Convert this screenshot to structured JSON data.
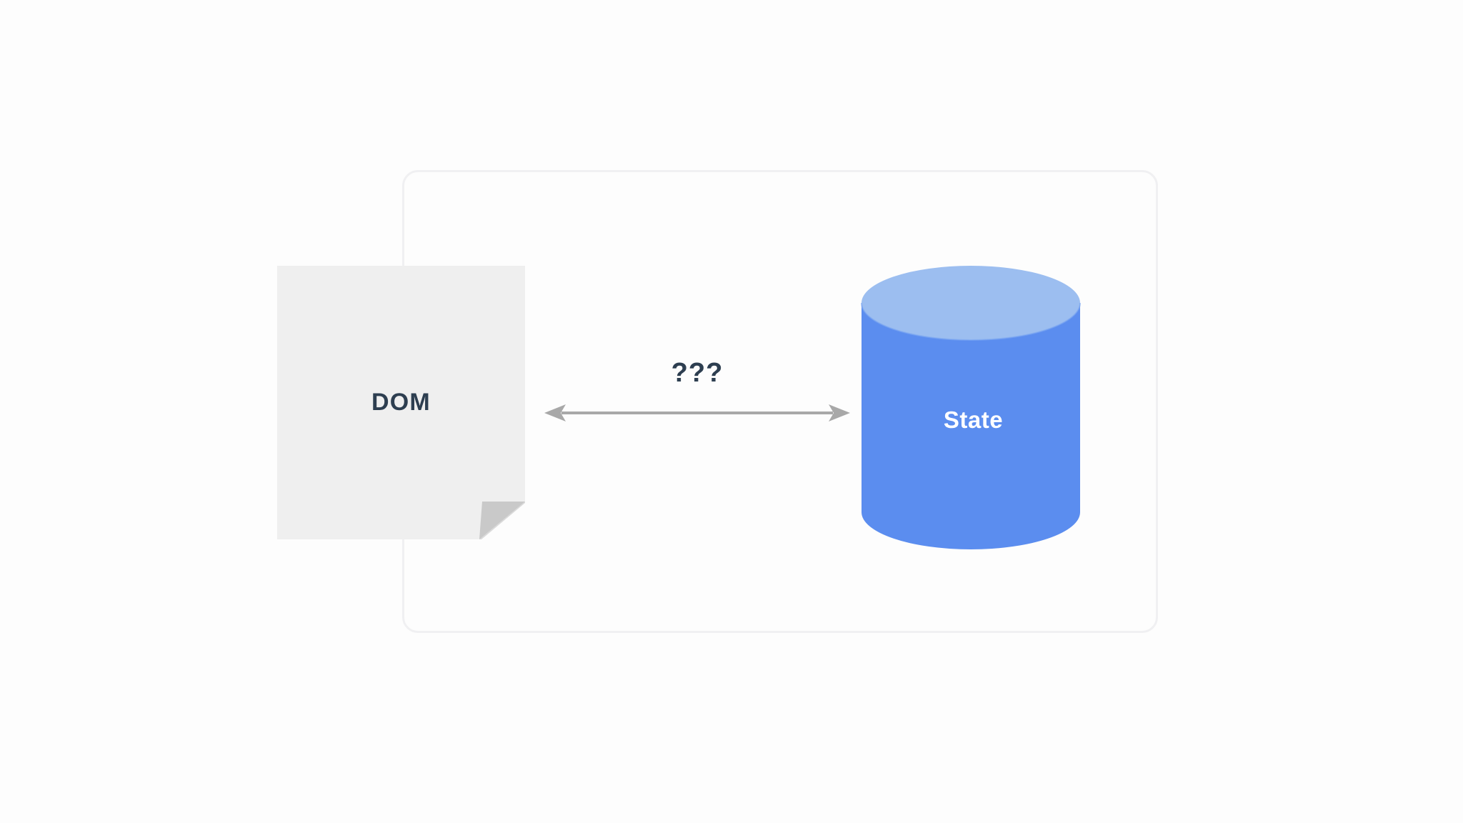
{
  "diagram": {
    "background_color": "#fdfdfd",
    "container": {
      "name": "boundary-frame",
      "border_color": "#f0f0f2"
    },
    "nodes": [
      {
        "id": "dom",
        "label": "DOM",
        "shape": "document",
        "fill_color": "#efefef",
        "fold_color": "#c9c9c9",
        "text_color": "#2d3e50"
      },
      {
        "id": "state",
        "label": "State",
        "shape": "cylinder",
        "fill_color": "#5b8def",
        "top_color": "#9cbef0",
        "text_color": "#ffffff"
      }
    ],
    "edges": [
      {
        "id": "dom-state-link",
        "label": "???",
        "from": "dom",
        "to": "state",
        "direction": "bidirectional",
        "line_color": "#a8a8a8",
        "text_color": "#2d3e50"
      }
    ]
  }
}
